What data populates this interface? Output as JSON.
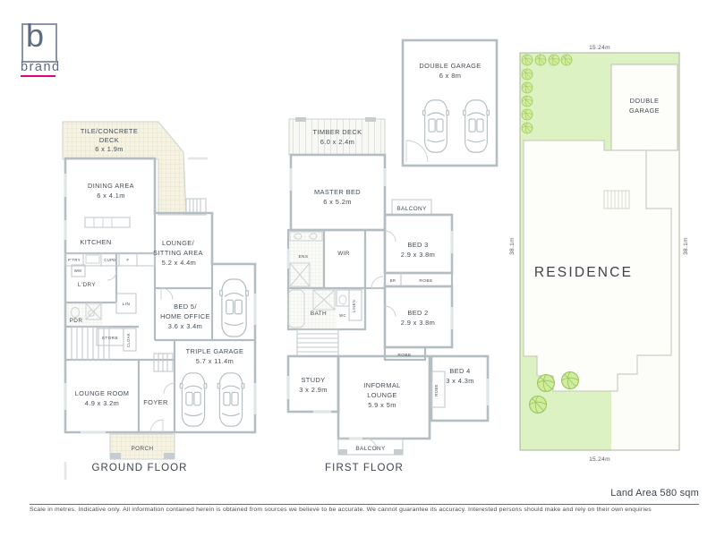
{
  "logo": {
    "letter": "b",
    "name": "brand"
  },
  "ground_floor": {
    "title": "GROUND FLOOR",
    "deck": {
      "l1": "TILE/CONCRETE",
      "l2": "DECK",
      "l3": "6 x 1.9m"
    },
    "dining": {
      "l1": "DINING AREA",
      "l2": "6 x 4.1m"
    },
    "kitchen": "KITCHEN",
    "pantry": "P'TRY",
    "cupd": "CUPD",
    "fridge": "F",
    "wm": "WM",
    "ldry": "L'DRY",
    "lin": "LIN",
    "pdr": "PDR",
    "store": "STORE",
    "cloak": "CLOAK",
    "lounge_sitting": {
      "l1": "LOUNGE/",
      "l2": "SITTING AREA",
      "l3": "5.2 x 4.4m"
    },
    "bed5": {
      "l1": "BED 5/",
      "l2": "HOME OFFICE",
      "l3": "3.6 x 3.4m"
    },
    "triple_garage": {
      "l1": "TRIPLE GARAGE",
      "l2": "5.7 x 11.4m"
    },
    "lounge_room": {
      "l1": "LOUNGE ROOM",
      "l2": "4.9 x 3.2m"
    },
    "foyer": "FOYER",
    "porch": "PORCH"
  },
  "first_floor": {
    "title": "FIRST FLOOR",
    "timber_deck": {
      "l1": "TIMBER DECK",
      "l2": "6.0 x 2.4m"
    },
    "master": {
      "l1": "MASTER BED",
      "l2": "6 x 5.2m"
    },
    "balcony_upper": "BALCONY",
    "balcony_lower": "BALCONY",
    "ens": "ENS",
    "wir": "WIR",
    "wc": "WC",
    "linen": "LINEN",
    "bath": "BATH",
    "br": "BR",
    "robe_bed3": "ROBE",
    "robe_bed2": "ROBE",
    "robe_bed4": "ROBE",
    "bed3": {
      "l1": "BED 3",
      "l2": "2.9 x 3.8m"
    },
    "bed2": {
      "l1": "BED 2",
      "l2": "2.9 x 3.8m"
    },
    "bed4": {
      "l1": "BED 4",
      "l2": "3 x 4.3m"
    },
    "study": {
      "l1": "STUDY",
      "l2": "3 x 2.9m"
    },
    "informal": {
      "l1": "INFORMAL",
      "l2": "LOUNGE",
      "l3": "5.9 x 5m"
    }
  },
  "garage_top": {
    "l1": "DOUBLE GARAGE",
    "l2": "6 x 8m"
  },
  "site_plan": {
    "residence": "RESIDENCE",
    "garage": {
      "l1": "DOUBLE",
      "l2": "GARAGE"
    },
    "dim_top": "15.24m",
    "dim_bottom": "15.24m",
    "dim_left": "38.1m",
    "dim_right": "38.1m"
  },
  "footer": {
    "land_area": "Land Area 580 sqm",
    "disclaimer": "Scale in metres. Indicative only. All information contained herein is obtained from sources we believe to be accurate. We cannot guarantee its accuracy. Interested persons should make and rely on their own enquiries"
  },
  "colors": {
    "accent_magenta": "#e6007e",
    "lot_green": "#ddf2c3",
    "tree_green": "#9cc960",
    "wall_gray": "#b4bdc1",
    "text": "#434c55"
  }
}
